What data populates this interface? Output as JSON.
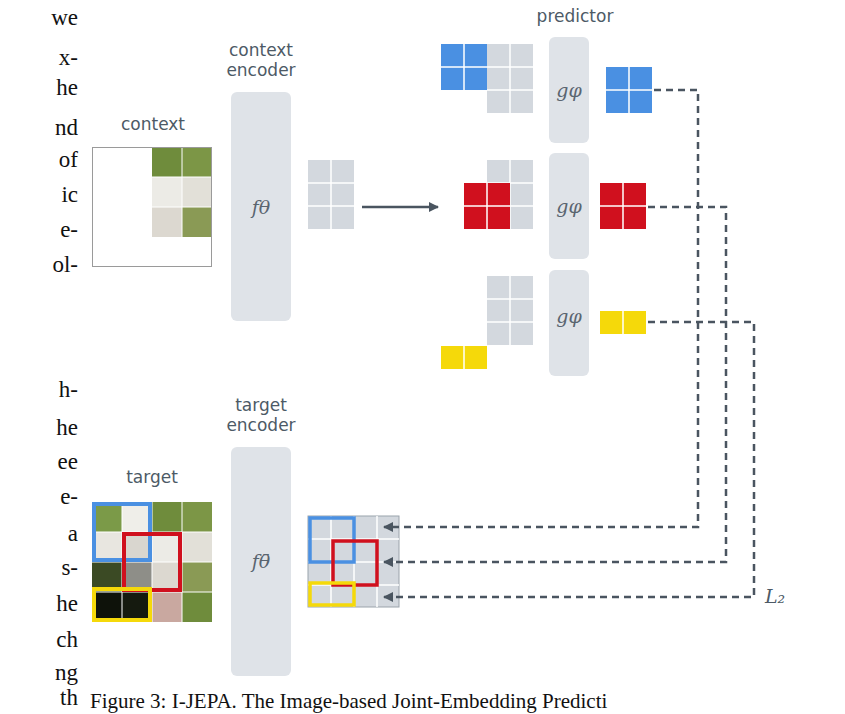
{
  "diagram": {
    "caption": "Figure 3: I-JEPA. The Image-based Joint-Embedding Predicti",
    "nodes": [
      {
        "text": [
          "context"
        ]
      },
      {
        "text": [
          "context encoder",
          "fθ"
        ]
      },
      {
        "text": [
          "gφ"
        ]
      },
      {
        "text": [
          "gφ"
        ]
      },
      {
        "text": [
          "gφ"
        ]
      },
      {
        "text": [
          "target"
        ]
      },
      {
        "text": [
          "target encoder",
          "fθ̄"
        ]
      }
    ],
    "labels": [
      "predictor",
      "L₂",
      "we",
      "x-",
      "he",
      "nd",
      "of",
      "ic",
      "e-",
      "ol-",
      "h-",
      "he",
      "ee",
      "e-",
      "a",
      "s-",
      "he",
      "ch",
      "ng",
      "th"
    ]
  }
}
